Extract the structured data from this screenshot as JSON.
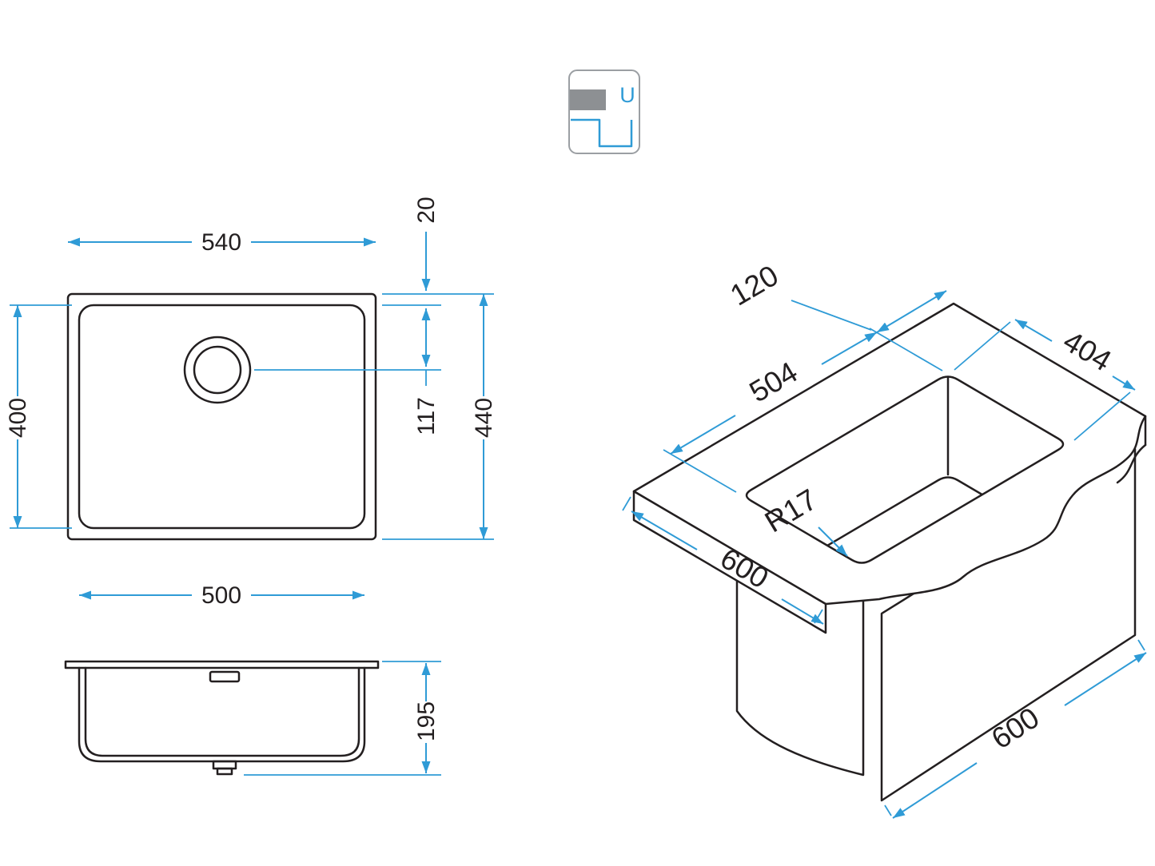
{
  "install_icon": {
    "label": "U"
  },
  "top_view": {
    "outer_width": "540",
    "rim_width": "20",
    "inner_height": "400",
    "drain_offset": "117",
    "outer_height": "440",
    "inner_width": "500"
  },
  "front_view": {
    "bowl_depth": "195"
  },
  "iso_view": {
    "edge_offset": "120",
    "bowl_width": "404",
    "bowl_length": "504",
    "corner_radius": "R17",
    "counter_depth": "600",
    "counter_width": "600"
  },
  "colors": {
    "dimension_blue": "#2F9BD6",
    "line_black": "#231F20",
    "icon_gray": "#8D9093"
  }
}
